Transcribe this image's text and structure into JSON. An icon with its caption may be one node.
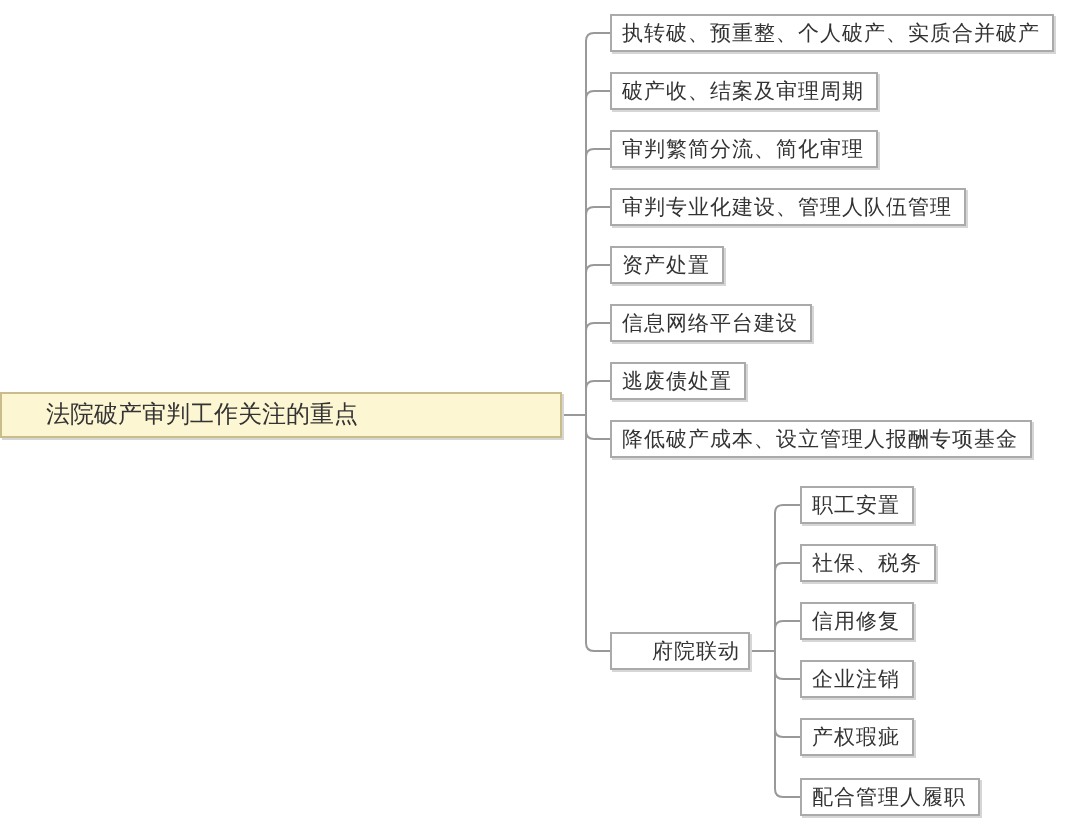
{
  "diagram": {
    "nodes": [
      {
        "text": [
          "法院破产审判工作关注的重点"
        ]
      },
      {
        "text": [
          "执转破、预重整、个人破产、实质合并破产"
        ]
      },
      {
        "text": [
          "破产收、结案及审理周期"
        ]
      },
      {
        "text": [
          "审判繁简分流、简化审理"
        ]
      },
      {
        "text": [
          "审判专业化建设、管理人队伍管理"
        ]
      },
      {
        "text": [
          "资产处置"
        ]
      },
      {
        "text": [
          "信息网络平台建设"
        ]
      },
      {
        "text": [
          "逃废债处置"
        ]
      },
      {
        "text": [
          "降低破产成本、设立管理人报酬专项基金"
        ]
      },
      {
        "text": [
          "府院联动"
        ]
      },
      {
        "text": [
          "职工安置"
        ]
      },
      {
        "text": [
          "社保、税务"
        ]
      },
      {
        "text": [
          "信用修复"
        ]
      },
      {
        "text": [
          "企业注销"
        ]
      },
      {
        "text": [
          "产权瑕疵"
        ]
      },
      {
        "text": [
          "配合管理人履职"
        ]
      }
    ],
    "edges": [
      {
        "from": 0,
        "to": 1,
        "arrow": "none"
      },
      {
        "from": 0,
        "to": 2,
        "arrow": "none"
      },
      {
        "from": 0,
        "to": 3,
        "arrow": "none"
      },
      {
        "from": 0,
        "to": 4,
        "arrow": "none"
      },
      {
        "from": 0,
        "to": 5,
        "arrow": "none"
      },
      {
        "from": 0,
        "to": 6,
        "arrow": "none"
      },
      {
        "from": 0,
        "to": 7,
        "arrow": "none"
      },
      {
        "from": 0,
        "to": 8,
        "arrow": "none"
      },
      {
        "from": 0,
        "to": 9,
        "arrow": "none"
      },
      {
        "from": 9,
        "to": 10,
        "arrow": "none"
      },
      {
        "from": 9,
        "to": 11,
        "arrow": "none"
      },
      {
        "from": 9,
        "to": 12,
        "arrow": "none"
      },
      {
        "from": 9,
        "to": 13,
        "arrow": "none"
      },
      {
        "from": 9,
        "to": 14,
        "arrow": "none"
      },
      {
        "from": 9,
        "to": 15,
        "arrow": "none"
      }
    ]
  }
}
